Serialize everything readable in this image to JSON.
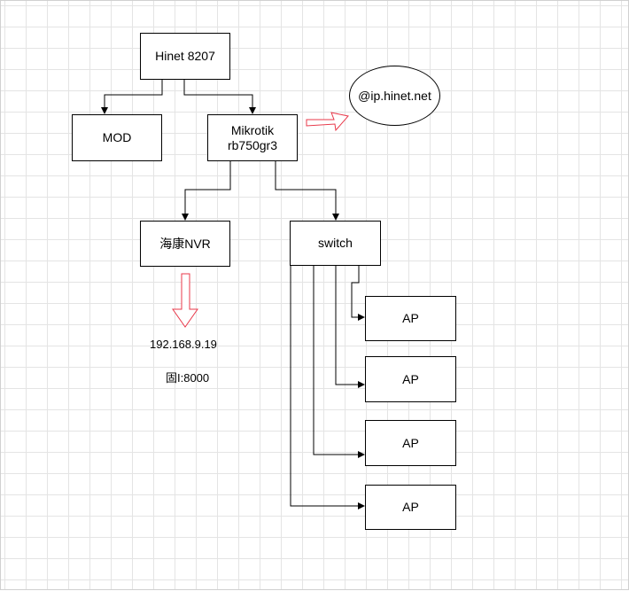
{
  "nodes": {
    "hinet": "Hinet 8207",
    "mod": "MOD",
    "mikrotik_line1": "Mikrotik",
    "mikrotik_line2": "rb750gr3",
    "hinet_account": "@ip.hinet.net",
    "nvr": "海康NVR",
    "switch": "switch",
    "ap": [
      "AP",
      "AP",
      "AP",
      "AP"
    ]
  },
  "notes": {
    "ip": "192.168.9.19",
    "port": "固I:8000"
  },
  "colors": {
    "line": "#000000",
    "highlight_arrow": "#e8384a",
    "grid": "#e4e4e4"
  }
}
